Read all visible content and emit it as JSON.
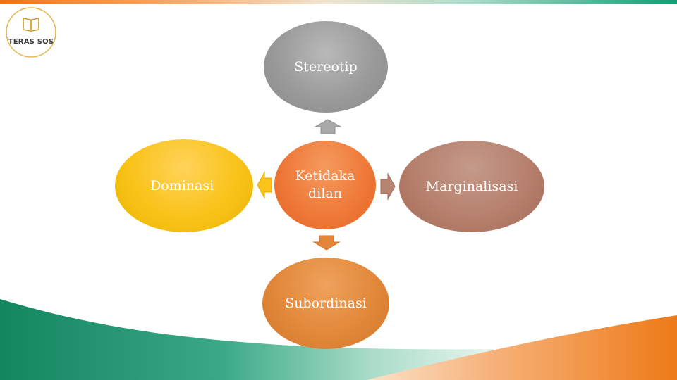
{
  "logo": {
    "text": "TERAS SOS",
    "icon": "open-book-icon"
  },
  "diagram": {
    "center": {
      "label": "Ketidaka\ndilan"
    },
    "nodes": {
      "top": {
        "label": "Stereotip"
      },
      "left": {
        "label": "Dominasi"
      },
      "right": {
        "label": "Marginalisasi"
      },
      "bottom": {
        "label": "Subordinasi"
      }
    },
    "colors": {
      "top": "#9a9a9a",
      "center": "#ef7a3a",
      "left": "#f9c31a",
      "right": "#b6806d",
      "bottom": "#e2883a"
    }
  },
  "theme": {
    "accent_green": "#1a9a74",
    "accent_orange": "#e8761e"
  }
}
